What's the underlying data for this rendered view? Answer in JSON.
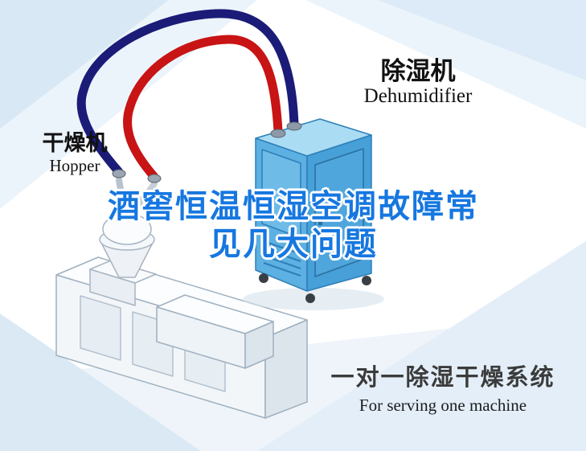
{
  "scene": {
    "dryer_label": {
      "cn": "干燥机",
      "en": "Hopper"
    },
    "dehumidifier_label": {
      "cn": "除湿机",
      "en": "Dehumidifier"
    },
    "headline": {
      "line1": "酒窖恒温恒湿空调故障常",
      "line2": "见几大问题"
    },
    "footer": {
      "cn": "一对一除湿干燥系统",
      "en": "For serving one machine"
    }
  },
  "colors": {
    "headline_blue": "#1677e0",
    "pipe_red": "#c81414",
    "pipe_navy": "#1b1b78",
    "machine_blue_top": "#aadcf4",
    "machine_blue_front": "#5cb0e2",
    "machine_blue_side": "#47a0d8",
    "footer_text": "#3b3b3b",
    "background_tint": "#d9e8f5"
  }
}
